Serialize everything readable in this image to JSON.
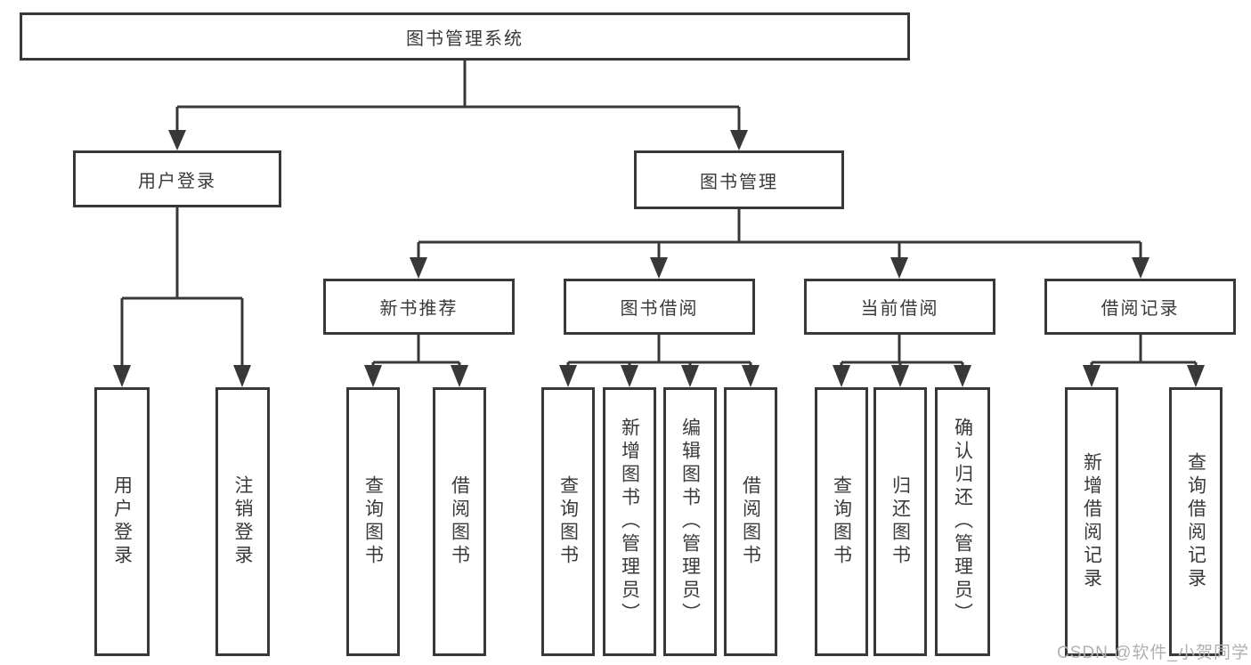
{
  "diagram": {
    "root": {
      "label": "图书管理系统"
    },
    "branches": [
      {
        "label": "用户登录",
        "children": [
          "用户登录",
          "注销登录"
        ]
      },
      {
        "label": "图书管理",
        "children": [
          {
            "label": "新书推荐",
            "children": [
              "查询图书",
              "借阅图书"
            ]
          },
          {
            "label": "图书借阅",
            "children": [
              "查询图书",
              "新增图书（管理员）",
              "编辑图书（管理员）",
              "借阅图书"
            ]
          },
          {
            "label": "当前借阅",
            "children": [
              "查询图书",
              "归还图书",
              "确认归还（管理员）"
            ]
          },
          {
            "label": "借阅记录",
            "children": [
              "新增借阅记录",
              "查询借阅记录"
            ]
          }
        ]
      }
    ]
  },
  "watermark": {
    "text": "CSDN @软件_小贺同学"
  },
  "colors": {
    "line": "#383838",
    "text": "#3a3a3a",
    "watermark": "#b0b0b0",
    "background": "#ffffff"
  }
}
